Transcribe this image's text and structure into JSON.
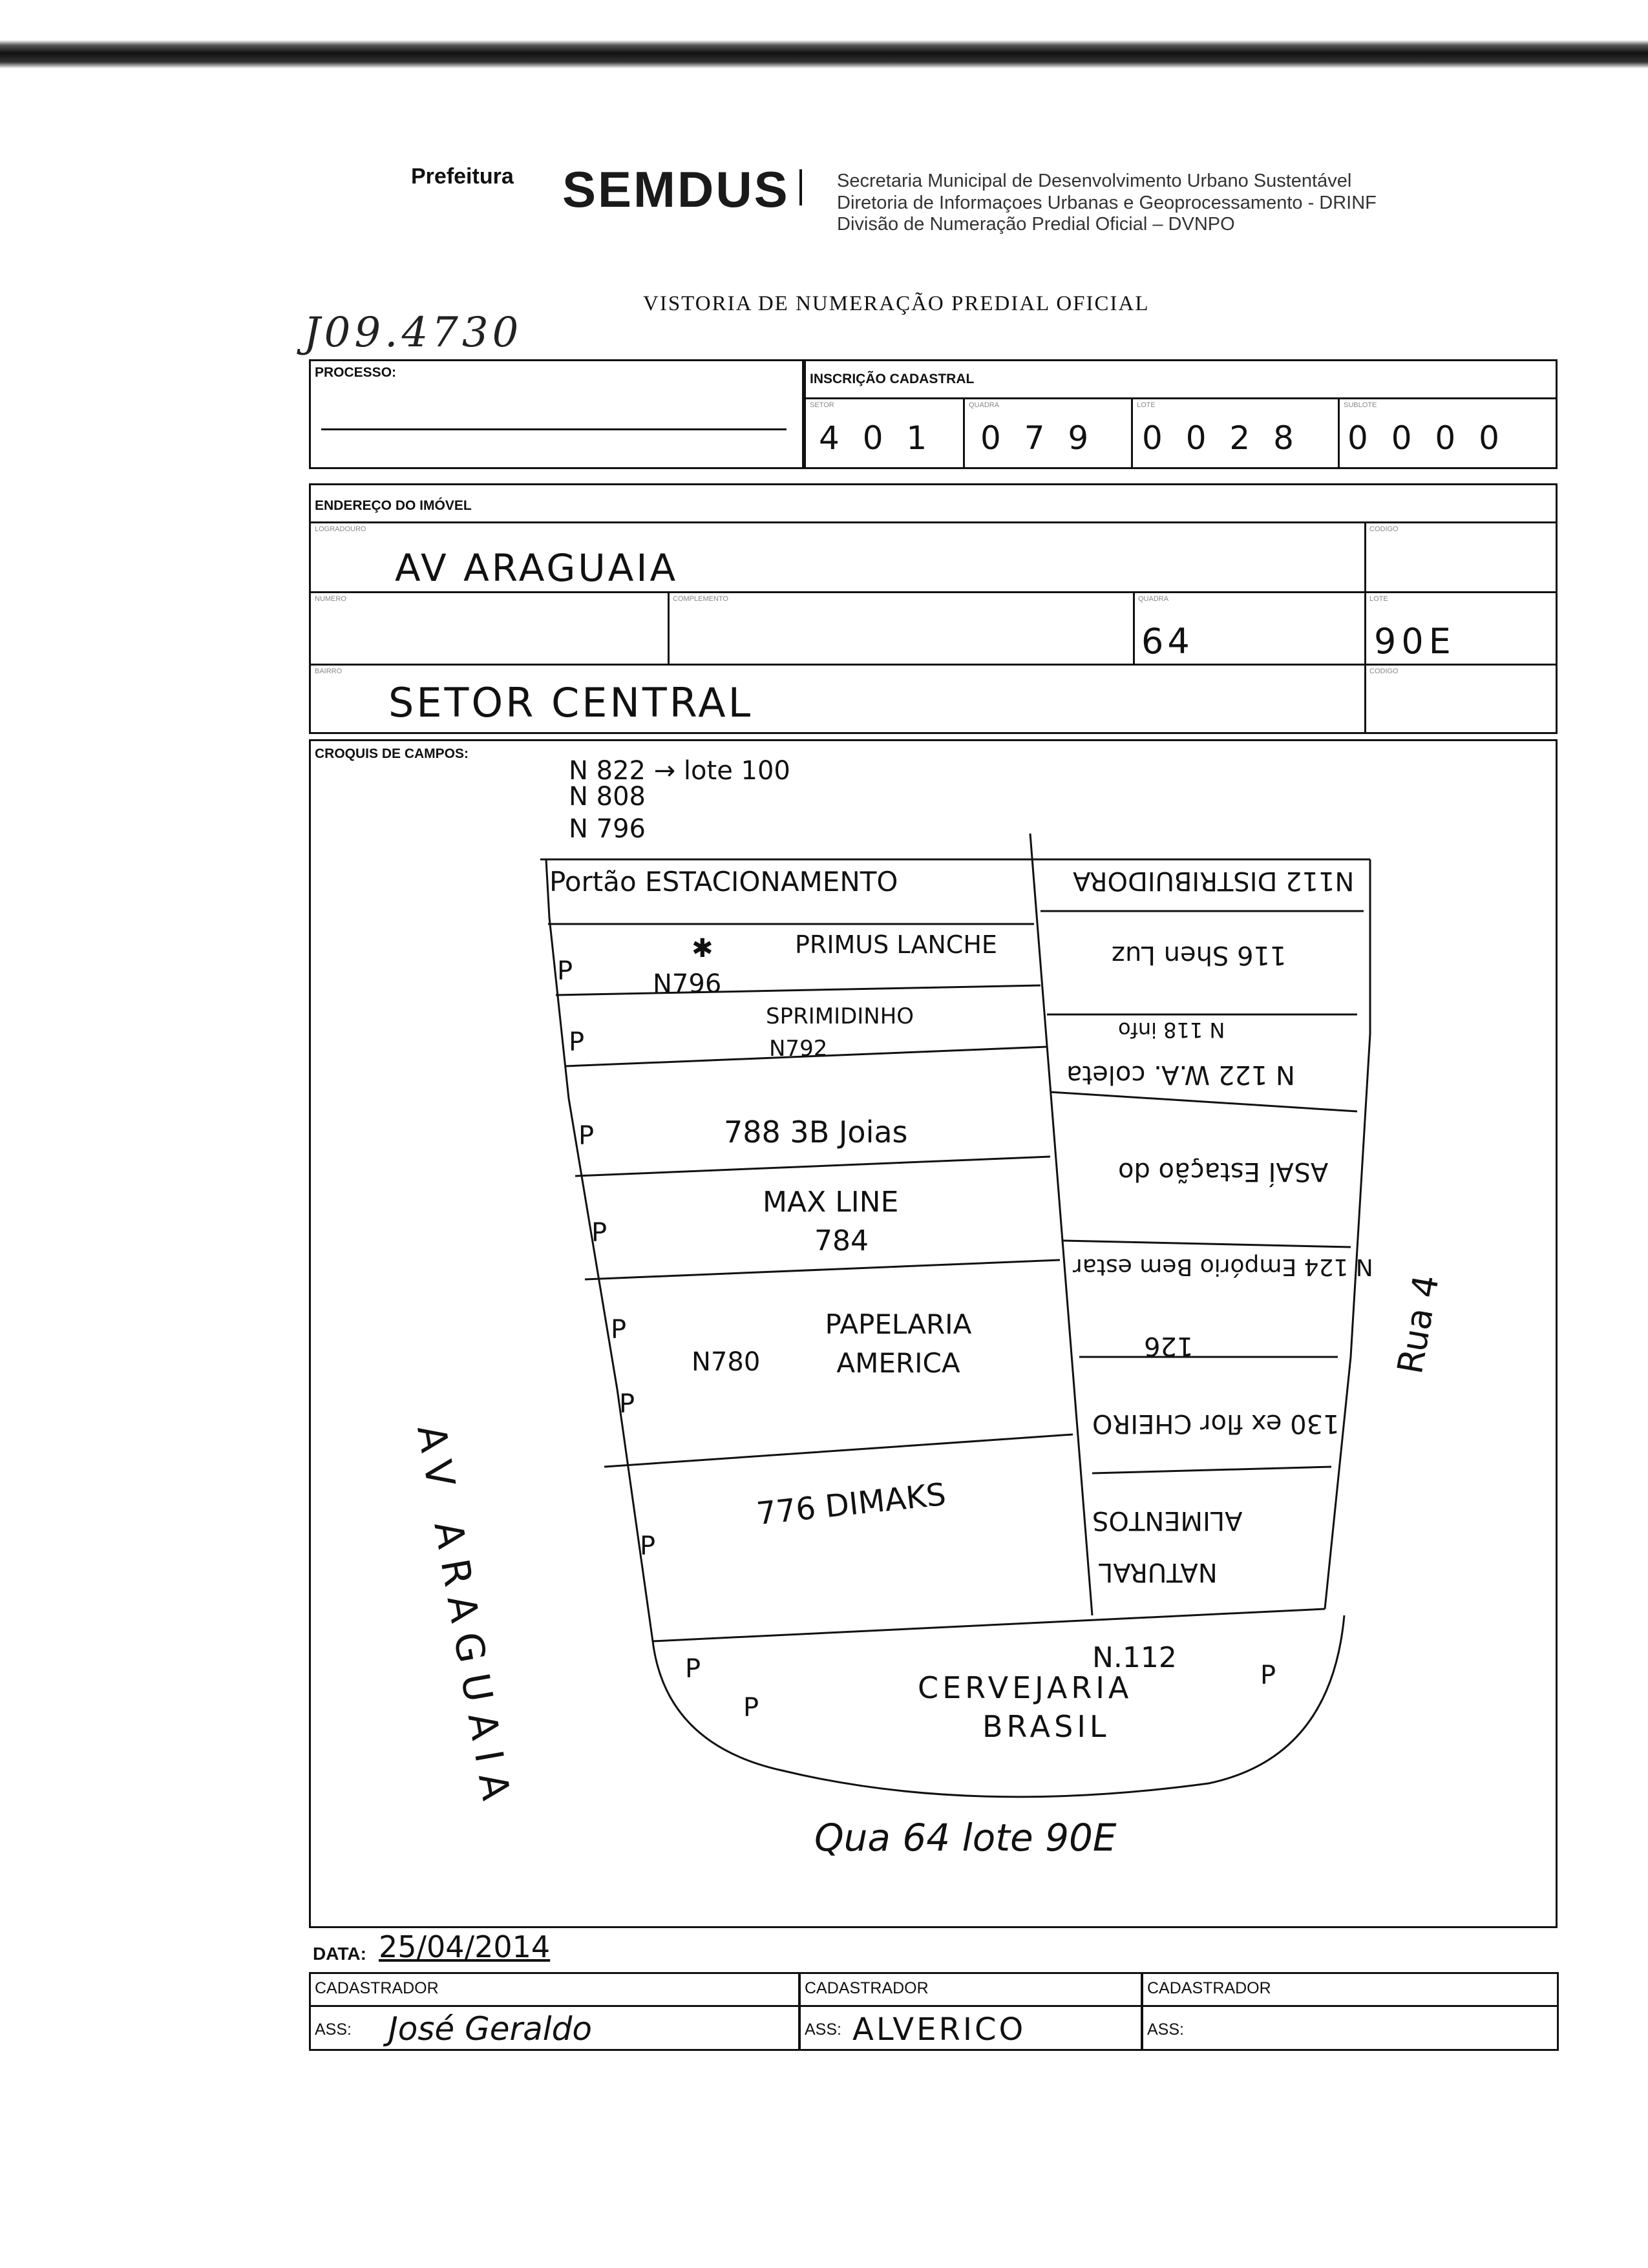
{
  "header": {
    "prefeitura": "Prefeitura",
    "logo": "SEMDUS",
    "lines": [
      "Secretaria Municipal de Desenvolvimento Urbano Sustentável",
      "Diretoria de Informaçoes Urbanas e Geoprocessamento - DRINF",
      "Divisão de Numeração Predial Oficial – DVNPO"
    ]
  },
  "process_number": "J09.4730",
  "title": "VISTORIA DE NUMERAÇÃO PREDIAL OFICIAL",
  "processo": {
    "label": "PROCESSO:"
  },
  "inscricao": {
    "label": "INSCRIÇÃO CADASTRAL",
    "setor": {
      "label": "SETOR",
      "value": "4 0 1"
    },
    "quadra": {
      "label": "QUADRA",
      "value": "0 7 9"
    },
    "lote": {
      "label": "LOTE",
      "value": "0 0 2 8"
    },
    "sublote": {
      "label": "SUBLOTE",
      "value": "0 0 0 0"
    }
  },
  "endereco": {
    "label": "ENDEREÇO DO IMÓVEL",
    "logradouro_label": "LOGRADOURO",
    "logradouro": "AV ARAGUAIA",
    "codigo_label": "CODIGO",
    "numero_label": "NUMERO",
    "complemento_label": "COMPLEMENTO",
    "quadra_label": "QUADRA",
    "quadra": "64",
    "lote_label": "LOTE",
    "lote": "90E",
    "bairro_label": "BAIRRO",
    "bairro": "SETOR CENTRAL",
    "codigo2_label": "CODIGO"
  },
  "croquis": {
    "label": "CROQUIS DE CAMPOS:",
    "notes": [
      "N 822 → lote 100",
      "N 808",
      "N 796"
    ],
    "portao": "Portão ESTACIONAMENTO",
    "left_lots": [
      {
        "name": "PRIMUS LANCHE",
        "num": "N796",
        "star": "✱"
      },
      {
        "name": "SPRIMIDINHO",
        "num": "N792"
      },
      {
        "name": "788 3B Joias"
      },
      {
        "name": "MAX LINE",
        "num": "784"
      },
      {
        "name": "PAPELARIA AMERICA",
        "num": "N780"
      },
      {
        "name": "776 DIMAKS"
      }
    ],
    "right_lots": [
      {
        "text": "N112 DISTRIBUIDORA"
      },
      {
        "text": "116 Shen Luz"
      },
      {
        "text": "N 118 info"
      },
      {
        "text": "N 122 W.A. coleta"
      },
      {
        "text": "ASAÍ Estação do"
      },
      {
        "text": "N 124 Empório Bem estar"
      },
      {
        "text": "126"
      },
      {
        "text": "130 ex flor CHEIRO"
      },
      {
        "text": "ALIMENTOS"
      },
      {
        "text": "NATURAL"
      }
    ],
    "bottom_num": "N.112",
    "bottom_name_1": "CERVEJARIA",
    "bottom_name_2": "BRASIL",
    "street_left": "AV ARAGUAIA",
    "street_right": "Rua 4",
    "p_mark": "P",
    "caption": "Qua 64 lote 90E"
  },
  "data": {
    "label": "DATA:",
    "value": "25/04/2014"
  },
  "cadastradores": [
    {
      "label": "CADASTRADOR",
      "ass_label": "ASS:",
      "signature": "José Geraldo"
    },
    {
      "label": "CADASTRADOR",
      "ass_label": "ASS:",
      "signature": "ALVERICO"
    },
    {
      "label": "CADASTRADOR",
      "ass_label": "ASS:",
      "signature": ""
    }
  ]
}
